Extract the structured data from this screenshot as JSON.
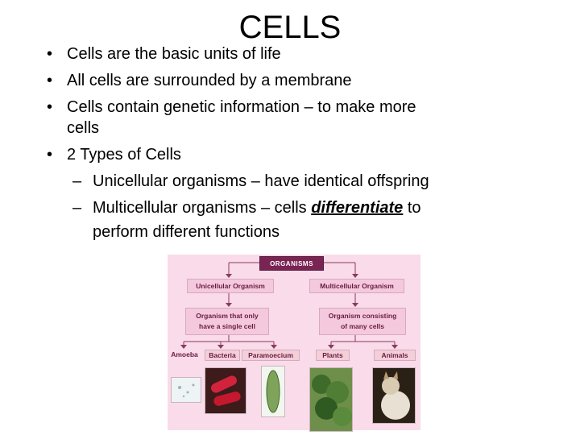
{
  "title": "CELLS",
  "bullets": [
    {
      "text": "Cells are the basic units of life"
    },
    {
      "text": "All cells are surrounded by a membrane"
    },
    {
      "line1": "Cells contain genetic information – to make more",
      "line2": "cells"
    },
    {
      "text": "2 Types of Cells"
    }
  ],
  "sub_bullets": [
    {
      "text": "Unicellular organisms – have identical offspring"
    },
    {
      "before": "Multicellular organisms – cells ",
      "emphasis": "differentiate",
      "after": " to",
      "line2": "perform different functions"
    }
  ],
  "bullet_symbol": "•",
  "dash_symbol": "–",
  "diagram": {
    "top": "ORGANISMS",
    "left_branch": "Unicellular Organism",
    "right_branch": "Multicellular Organism",
    "left_desc_line1": "Organism that only",
    "left_desc_line2": "have a single cell",
    "right_desc_line1": "Organism consisting",
    "right_desc_line2": "of many cells",
    "leaves": [
      "Amoeba",
      "Bacteria",
      "Paramoecium",
      "Plants",
      "Animals"
    ],
    "colors": {
      "background": "#f9dbe9",
      "header": "#7a2453",
      "box": "#f4c9dd",
      "arrow": "#8a3a60"
    }
  }
}
